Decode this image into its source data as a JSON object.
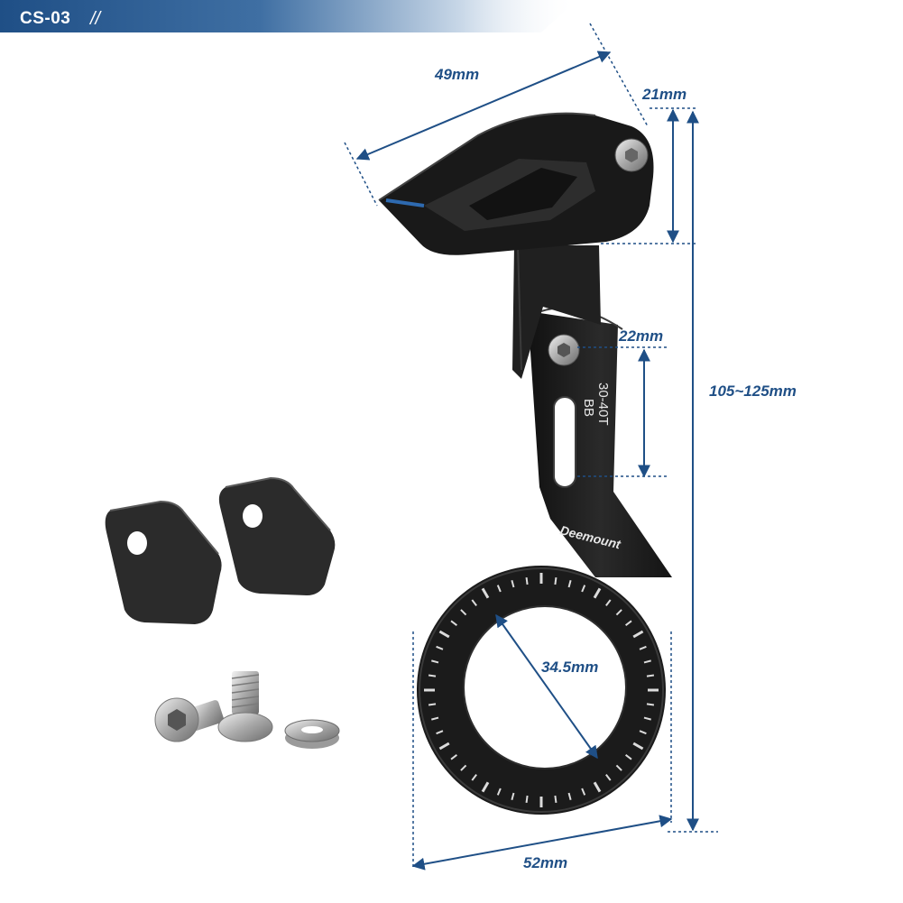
{
  "header": {
    "model": "CS-03",
    "divider_glyph": "//",
    "accent_color": "#1f4f86"
  },
  "dimensions": {
    "top_width": "49mm",
    "guide_height": "21mm",
    "slot_length": "22mm",
    "total_height": "105~125mm",
    "ring_inner": "34.5mm",
    "ring_outer": "52mm",
    "color": "#1f4f86"
  },
  "product": {
    "brand_logo": "Deemount",
    "etch_line1": "BB",
    "etch_line2": "30-40T",
    "body_color": "#1a1a1a"
  },
  "accessories": {
    "icons": [
      "spacer-plate-icon",
      "spacer-plate-icon",
      "button-head-bolt-icon",
      "bolt-icon",
      "washer-icon"
    ]
  }
}
